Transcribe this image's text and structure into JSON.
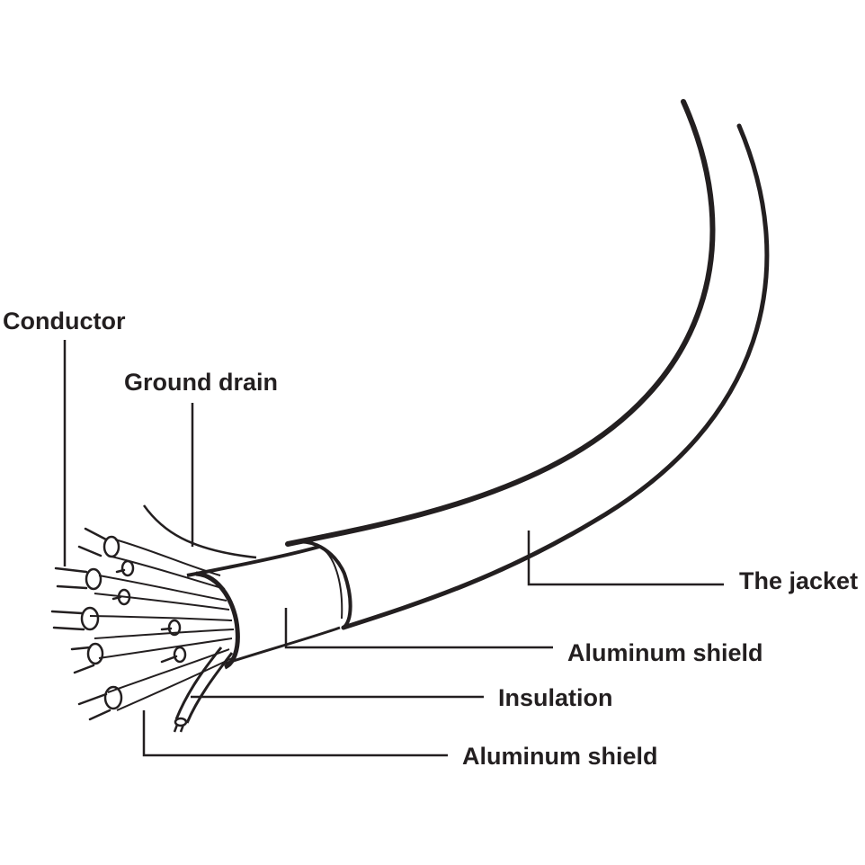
{
  "labels": {
    "conductor": "Conductor",
    "ground_drain": "Ground drain",
    "jacket": "The jacket",
    "aluminum_shield_inner": "Aluminum shield",
    "insulation": "Insulation",
    "aluminum_shield_outer": "Aluminum shield"
  },
  "colors": {
    "ink": "#231f20",
    "background": "#ffffff"
  }
}
